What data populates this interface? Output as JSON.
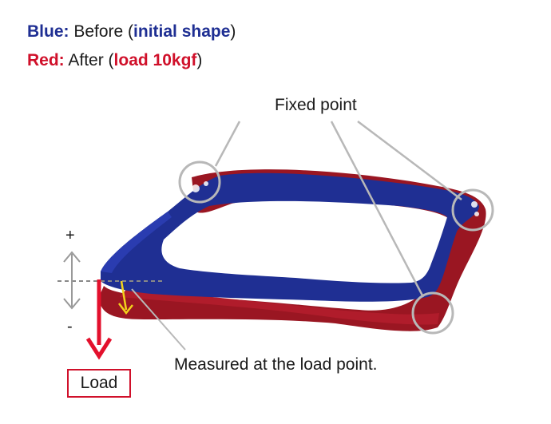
{
  "legend": {
    "blue_key": "Blue:",
    "blue_text_before": " Before (",
    "blue_emph": "initial shape",
    "blue_text_after": ")",
    "red_key": "Red:",
    "red_text_before": " After (",
    "red_emph": "load 10kgf",
    "red_text_after": ")"
  },
  "labels": {
    "fixed_point": "Fixed point",
    "measured": "Measured at the load point.",
    "plus": "+",
    "minus": "-",
    "load": "Load"
  },
  "colors": {
    "before_blue": "#1f2f93",
    "after_red": "#d0102a",
    "deformed_red": "#9a1622"
  }
}
